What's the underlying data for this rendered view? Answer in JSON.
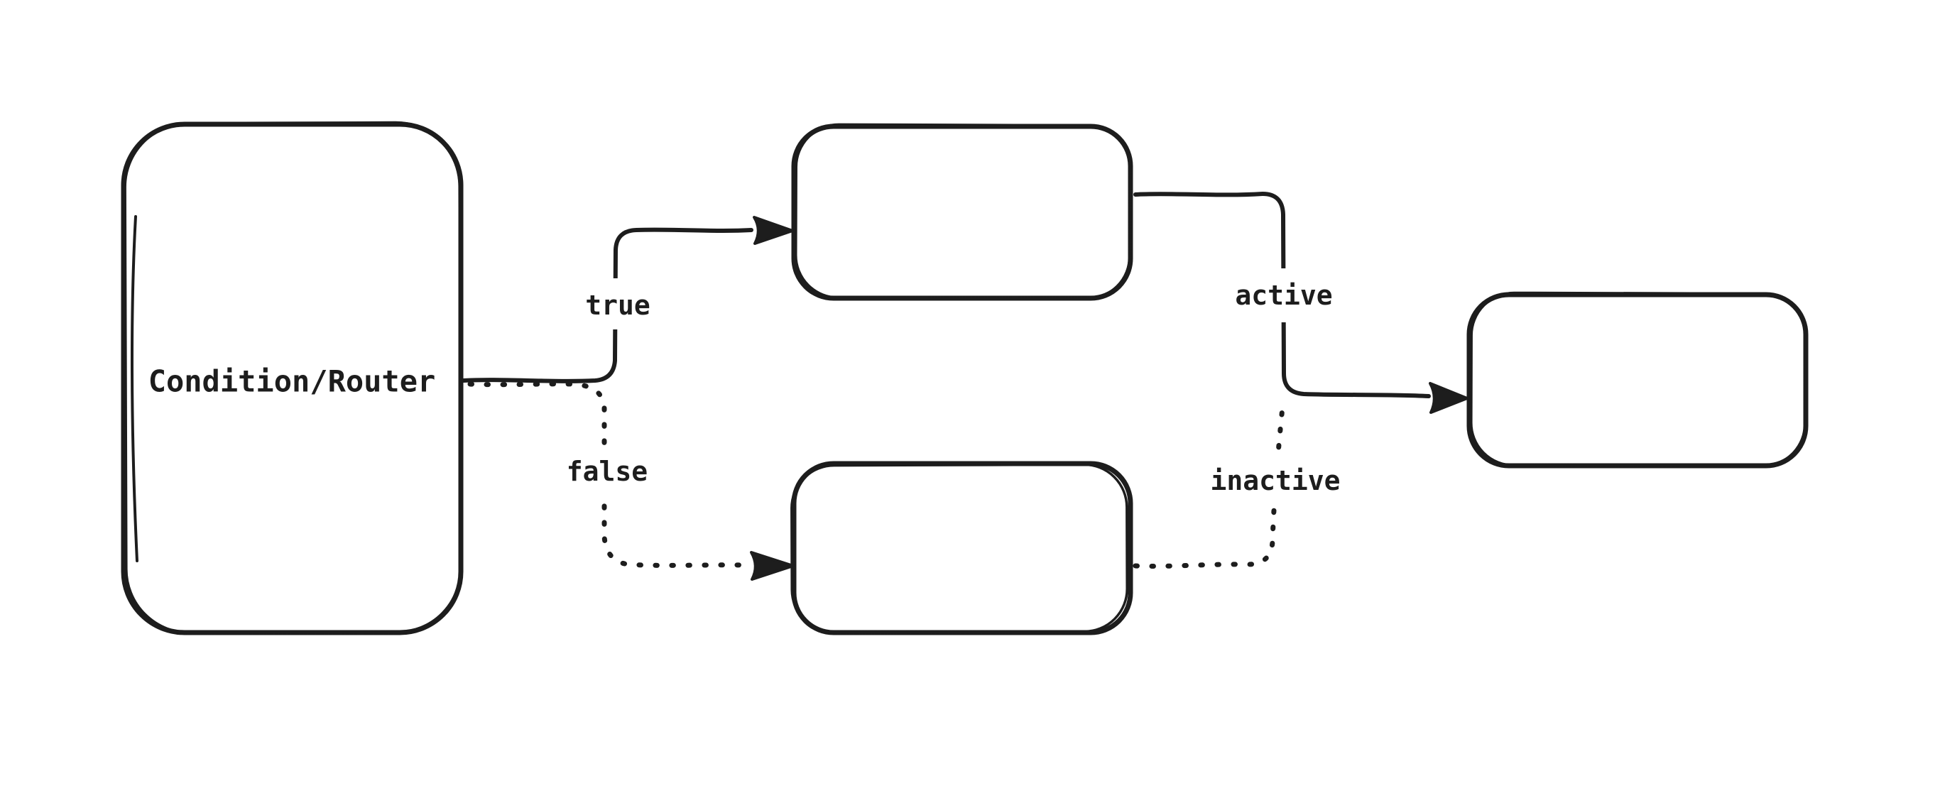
{
  "diagram": {
    "type": "flowchart",
    "direction": "left-to-right",
    "style": "hand-drawn",
    "nodes": [
      {
        "id": "condition-router",
        "label": "Condition/Router",
        "shape": "rounded-rectangle"
      },
      {
        "id": "true-branch",
        "label": "",
        "shape": "rounded-rectangle"
      },
      {
        "id": "false-branch",
        "label": "",
        "shape": "rounded-rectangle"
      },
      {
        "id": "final",
        "label": "",
        "shape": "rounded-rectangle"
      }
    ],
    "edges": [
      {
        "from": "condition-router",
        "to": "true-branch",
        "label": "true",
        "line": "solid",
        "arrow": true
      },
      {
        "from": "condition-router",
        "to": "false-branch",
        "label": "false",
        "line": "dotted",
        "arrow": true
      },
      {
        "from": "true-branch",
        "to": "final",
        "label": "active",
        "line": "solid",
        "arrow": true
      },
      {
        "from": "false-branch",
        "to": "final",
        "label": "inactive",
        "line": "dotted",
        "arrow": false
      }
    ],
    "colors": {
      "stroke": "#1d1d1d",
      "text": "#1d1d1d",
      "node_fill": "#ffffff",
      "background": "#ffffff",
      "label_background": "#ffffff"
    }
  }
}
